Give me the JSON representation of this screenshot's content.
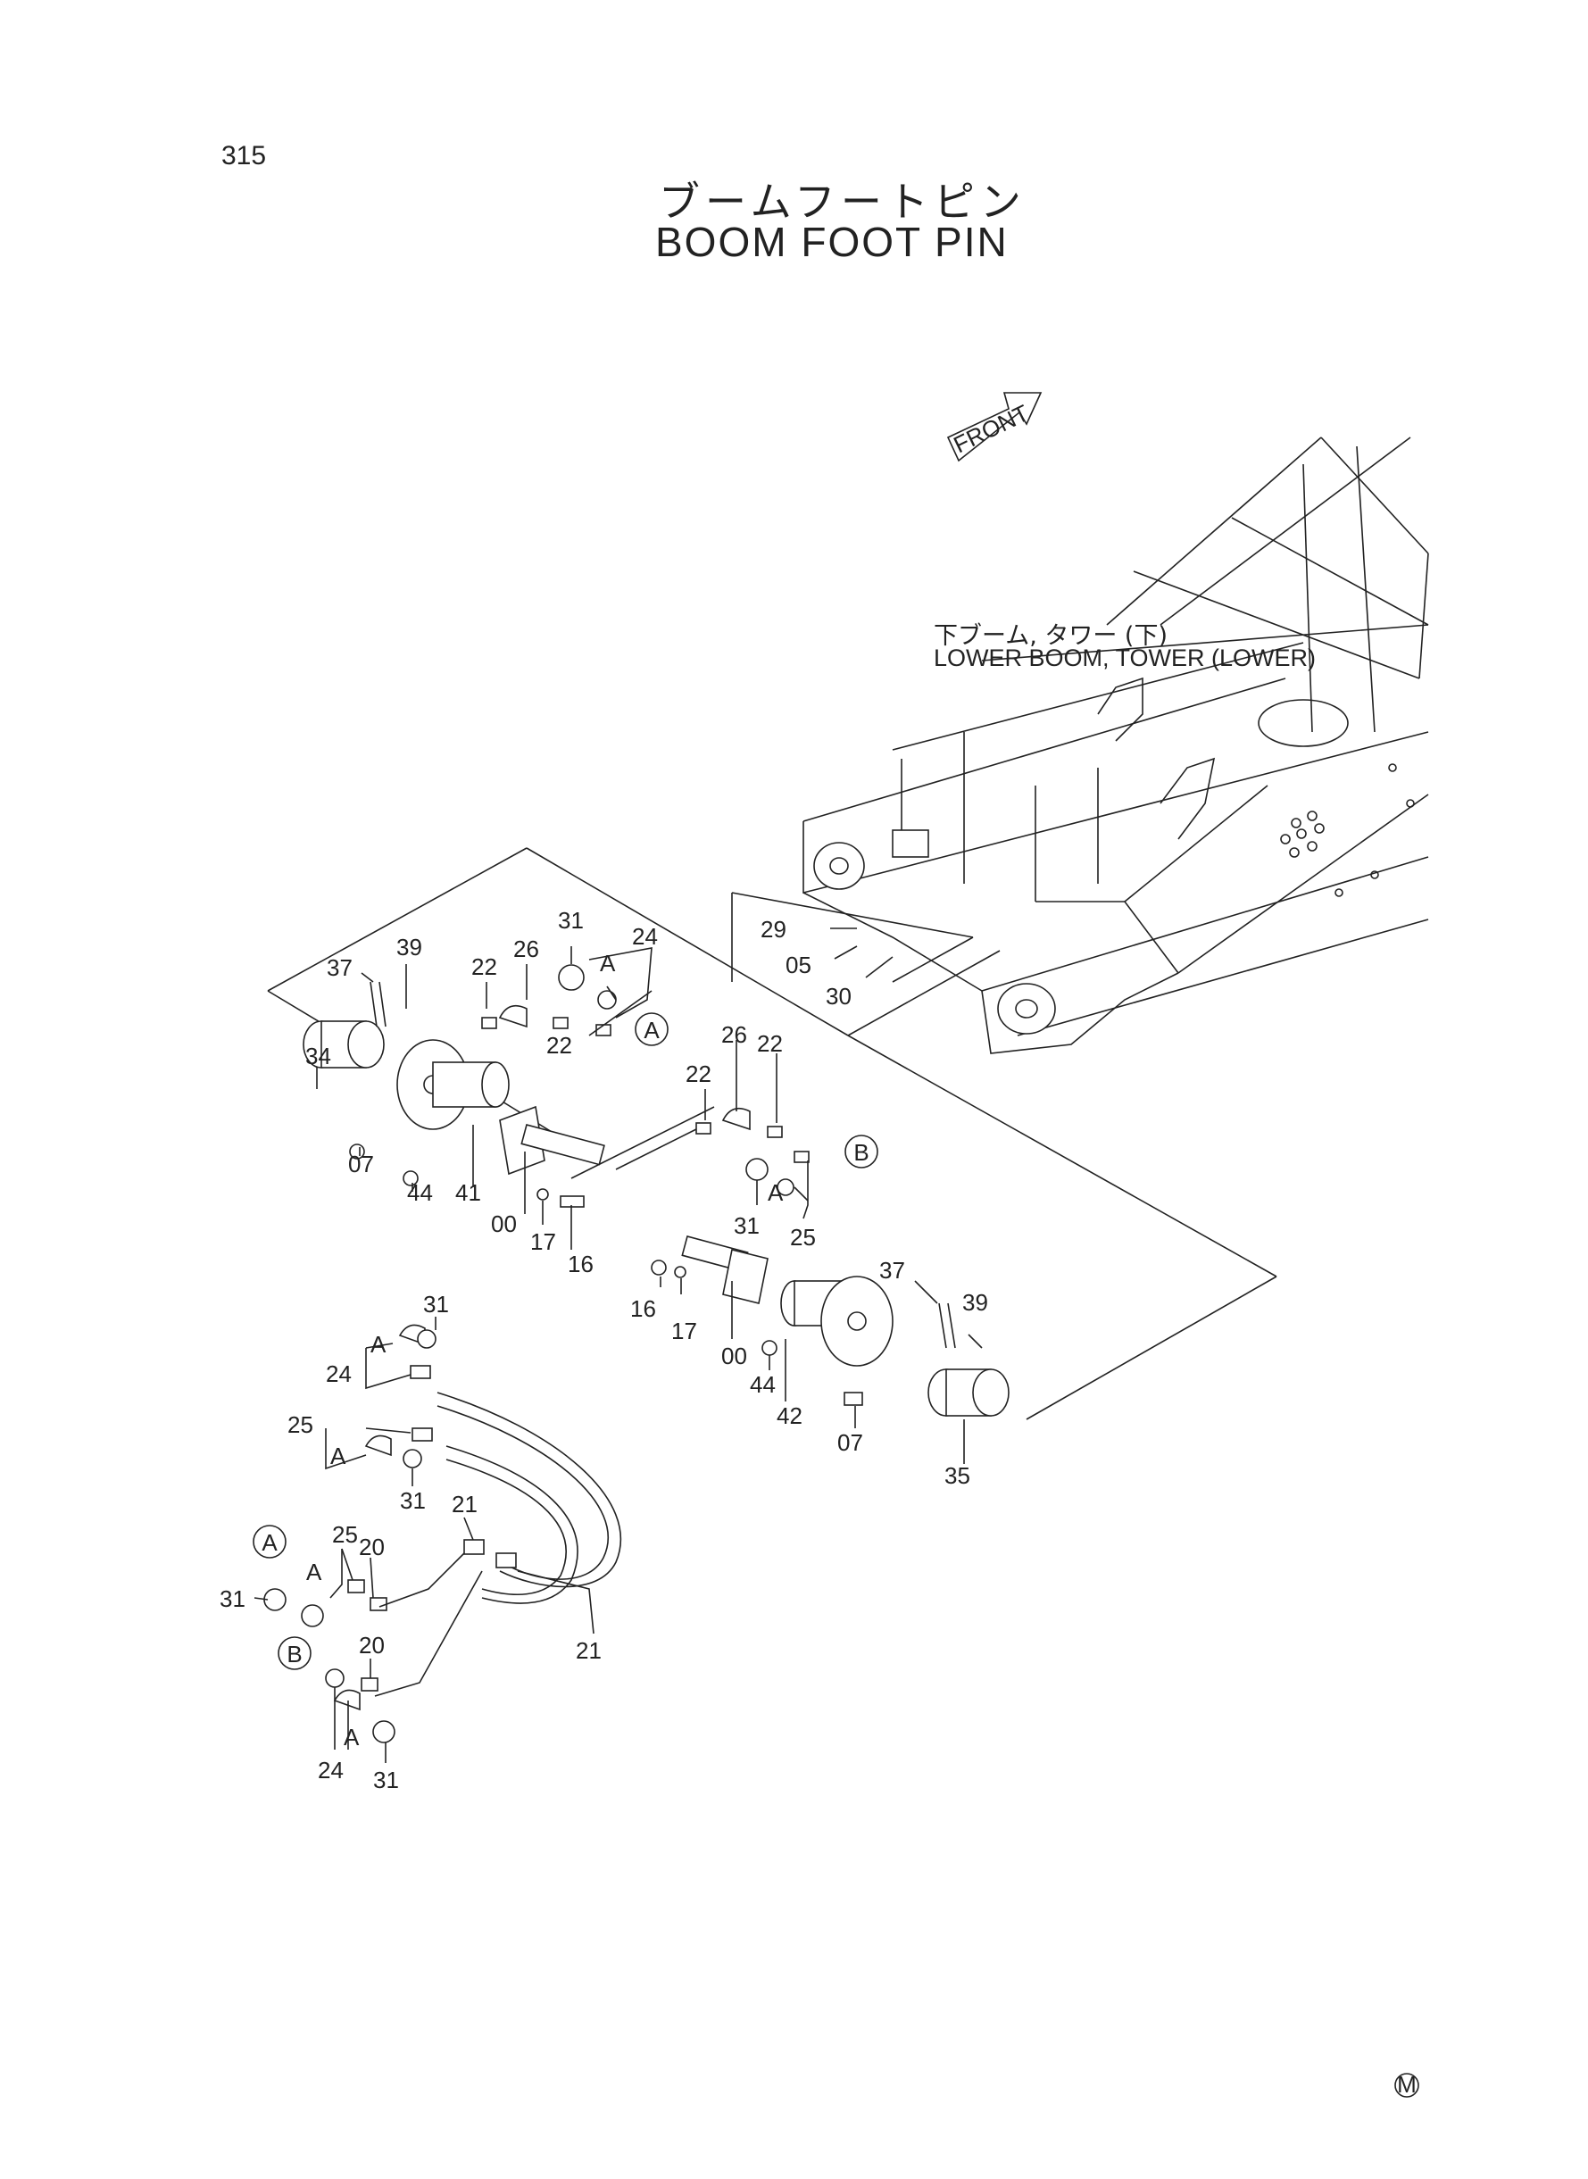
{
  "page_number": "315",
  "title_jp": "ブームフートピン",
  "title_en": "BOOM FOOT PIN",
  "front_label": "FRONT",
  "assembly_label_jp": "下ブーム, タワー (下)",
  "assembly_label_en": "LOWER BOOM, TOWER (LOWER)",
  "manual_mark": "M",
  "callouts": [
    {
      "id": "c29",
      "text": "29"
    },
    {
      "id": "c05",
      "text": "05"
    },
    {
      "id": "c30",
      "text": "30"
    },
    {
      "id": "c37a",
      "text": "37"
    },
    {
      "id": "c39a",
      "text": "39"
    },
    {
      "id": "c34",
      "text": "34"
    },
    {
      "id": "c07a",
      "text": "07"
    },
    {
      "id": "c44a",
      "text": "44"
    },
    {
      "id": "c41",
      "text": "41"
    },
    {
      "id": "c00a",
      "text": "00"
    },
    {
      "id": "c17a",
      "text": "17"
    },
    {
      "id": "c16a",
      "text": "16"
    },
    {
      "id": "c22a",
      "text": "22"
    },
    {
      "id": "c26a",
      "text": "26"
    },
    {
      "id": "c31a",
      "text": "31"
    },
    {
      "id": "c24a",
      "text": "24"
    },
    {
      "id": "cAa",
      "text": "A"
    },
    {
      "id": "c22b",
      "text": "22"
    },
    {
      "id": "c22c",
      "text": "22"
    },
    {
      "id": "c26b",
      "text": "26"
    },
    {
      "id": "c22d",
      "text": "22"
    },
    {
      "id": "c31b",
      "text": "31"
    },
    {
      "id": "cAb",
      "text": "A"
    },
    {
      "id": "c25a",
      "text": "25"
    },
    {
      "id": "c16b",
      "text": "16"
    },
    {
      "id": "c17b",
      "text": "17"
    },
    {
      "id": "c00b",
      "text": "00"
    },
    {
      "id": "c44b",
      "text": "44"
    },
    {
      "id": "c42",
      "text": "42"
    },
    {
      "id": "c37b",
      "text": "37"
    },
    {
      "id": "c39b",
      "text": "39"
    },
    {
      "id": "c07b",
      "text": "07"
    },
    {
      "id": "c35",
      "text": "35"
    },
    {
      "id": "c31c",
      "text": "31"
    },
    {
      "id": "cAc",
      "text": "A"
    },
    {
      "id": "c24b",
      "text": "24"
    },
    {
      "id": "c25b",
      "text": "25"
    },
    {
      "id": "cAd",
      "text": "A"
    },
    {
      "id": "c31d",
      "text": "31"
    },
    {
      "id": "c21a",
      "text": "21"
    },
    {
      "id": "c25c",
      "text": "25"
    },
    {
      "id": "cAe",
      "text": "A"
    },
    {
      "id": "c20a",
      "text": "20"
    },
    {
      "id": "c31e",
      "text": "31"
    },
    {
      "id": "c21b",
      "text": "21"
    },
    {
      "id": "c20b",
      "text": "20"
    },
    {
      "id": "cAf",
      "text": "A"
    },
    {
      "id": "c24c",
      "text": "24"
    },
    {
      "id": "c31f",
      "text": "31"
    }
  ],
  "connectors": [
    {
      "id": "k1",
      "text": "A"
    },
    {
      "id": "k2",
      "text": "B"
    },
    {
      "id": "k3",
      "text": "A"
    },
    {
      "id": "k4",
      "text": "B"
    }
  ]
}
